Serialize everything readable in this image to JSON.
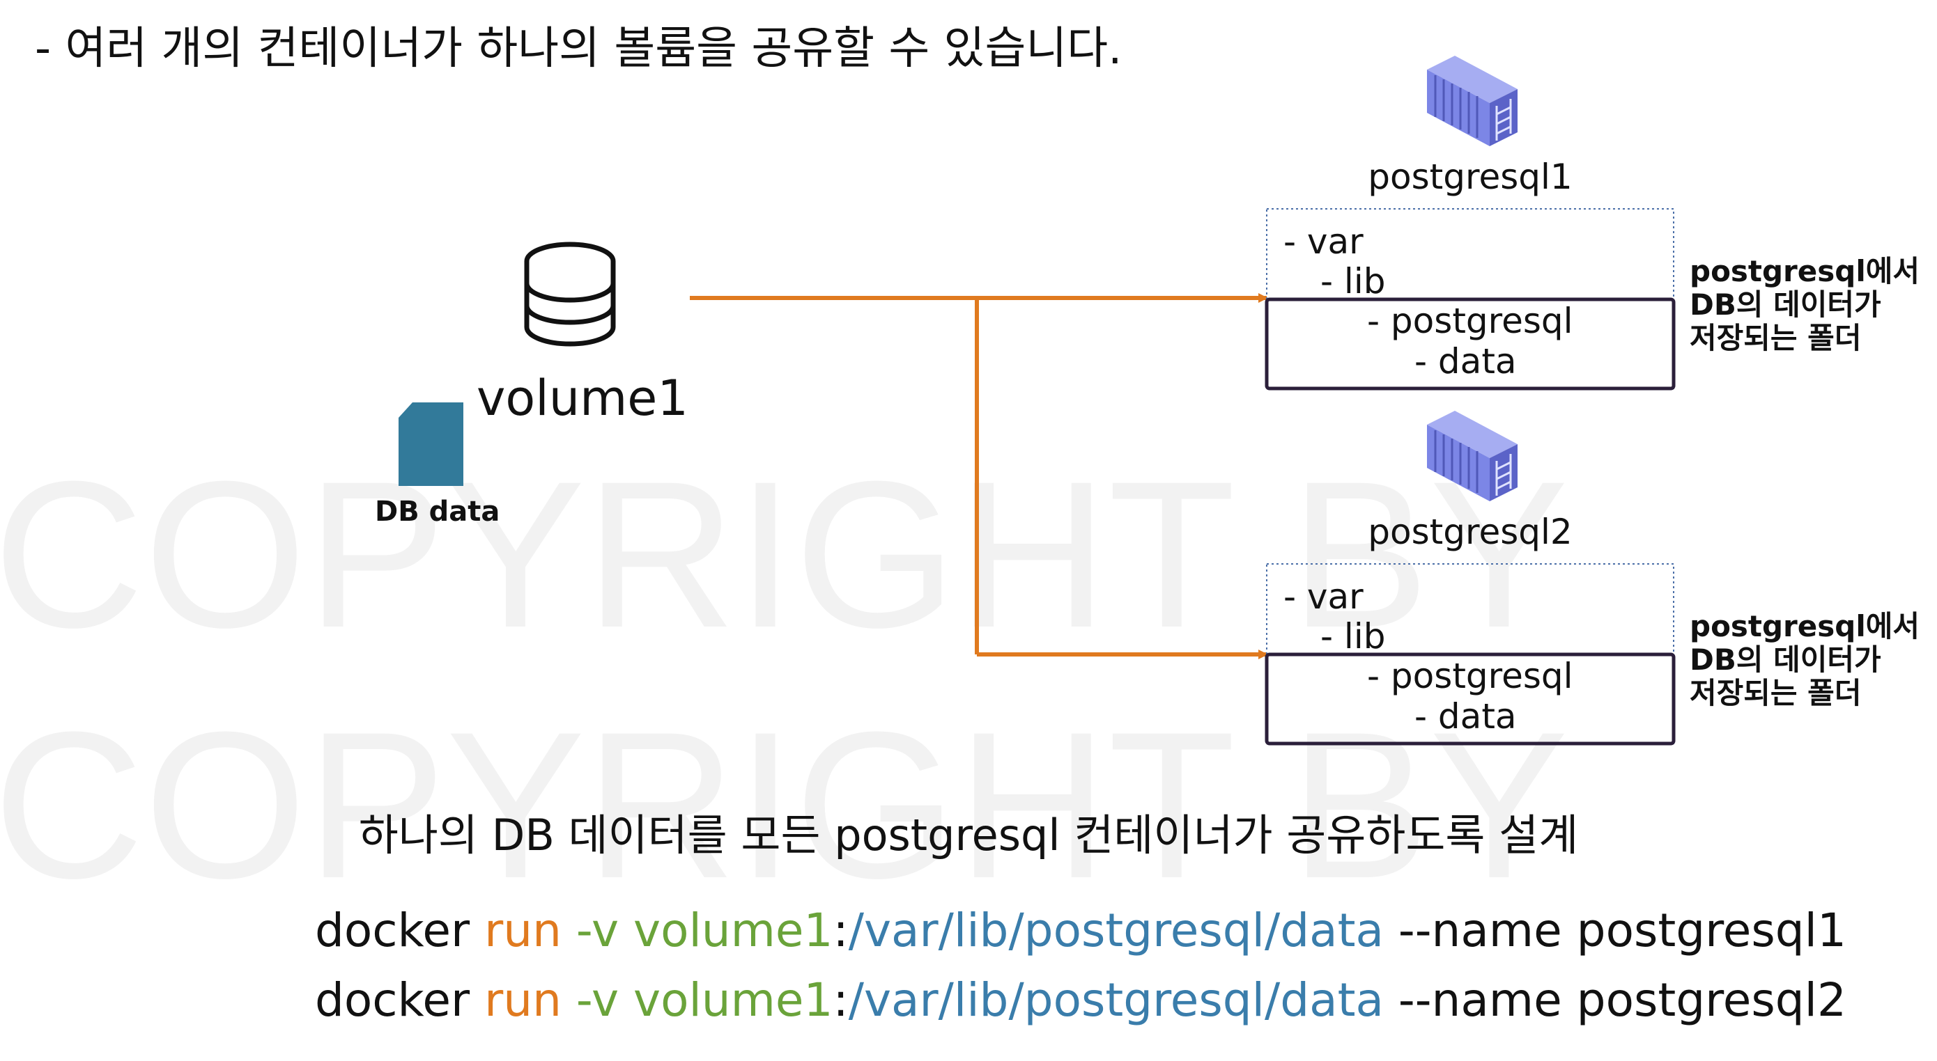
{
  "heading": "- 여러 개의 컨테이너가 하나의 볼륨을 공유할 수 있습니다.",
  "volume": {
    "label": "volume1",
    "icon": "database-icon",
    "file_icon": "sd-card-icon",
    "file_label": "DB data"
  },
  "containers": [
    {
      "name": "postgresql1",
      "icon": "shipping-container-icon",
      "path": [
        "- var",
        "- lib",
        "- postgresql",
        "- data"
      ],
      "note": "postgresql에서\nDB의 데이터가\n저장되는 폴더"
    },
    {
      "name": "postgresql2",
      "icon": "shipping-container-icon",
      "path": [
        "- var",
        "- lib",
        "- postgresql",
        "- data"
      ],
      "note": "postgresql에서\nDB의 데이터가\n저장되는 폴더"
    }
  ],
  "caption": "하나의 DB 데이터를 모든 postgresql 컨테이너가 공유하도록 설계",
  "commands": [
    {
      "docker": "docker",
      "run": " run",
      "flag": " -v volume1",
      "colon": ":",
      "path": "/var/lib/postgresql/data",
      "rest": " --name postgresql1"
    },
    {
      "docker": "docker",
      "run": " run",
      "flag": " -v volume1",
      "colon": ":",
      "path": "/var/lib/postgresql/data",
      "rest": " --name postgresql2"
    }
  ],
  "watermark": "COPYRIGHT BY ",
  "colors": {
    "arrow": "#e07a1f",
    "container_icon": "#7c86e6",
    "file_icon": "#327a9a",
    "command_run": "#e07a1f",
    "command_flag": "#6aa33a",
    "command_path": "#3a7dab",
    "highlight_box": "#2b1f3a"
  }
}
